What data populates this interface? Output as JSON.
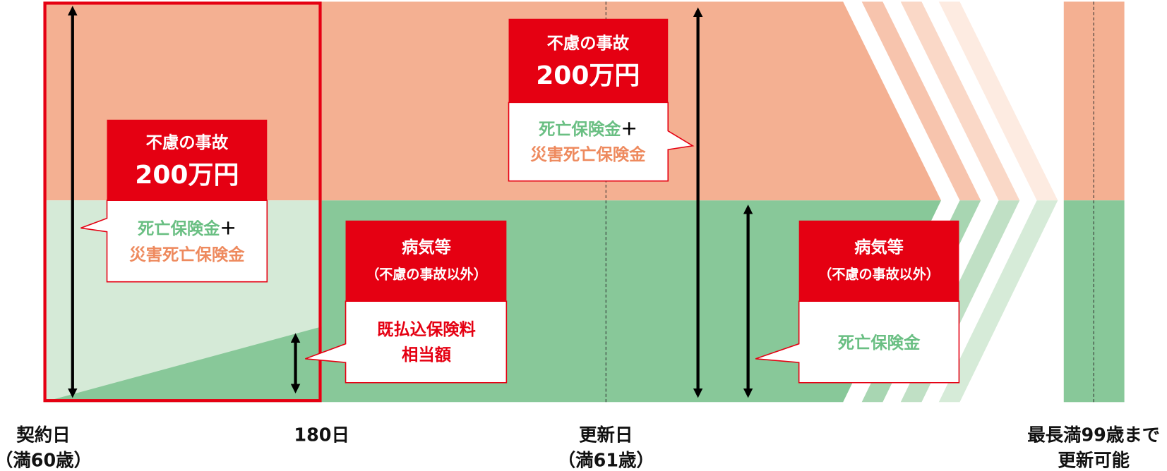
{
  "colors": {
    "accident_zone": "#f4b092",
    "illness_zone": "#88c899",
    "illness_zone_light": "#d5ead7",
    "callout_red": "#e50012",
    "green_text": "#6abf83",
    "orange_text": "#ee8a5e"
  },
  "callouts": [
    {
      "title": "不慮の事故",
      "amount": "200万円",
      "line1": "死亡保険金",
      "plus": "＋",
      "line2": "災害死亡保険金"
    },
    {
      "title": "不慮の事故",
      "amount": "200万円",
      "line1": "死亡保険金",
      "plus": "＋",
      "line2": "災害死亡保険金"
    },
    {
      "title": "病気等",
      "subtitle": "（不慮の事故以外）",
      "line1": "既払込保険料",
      "line2": "相当額"
    },
    {
      "title": "病気等",
      "subtitle": "（不慮の事故以外）",
      "line1": "死亡保険金"
    }
  ],
  "timeline": {
    "start": {
      "line1": "契約日",
      "line2": "（満60歳）"
    },
    "day180": {
      "line1": "180日"
    },
    "renewal": {
      "line1": "更新日",
      "line2": "（満61歳）"
    },
    "end": {
      "line1": "最長満99歳まで",
      "line2": "更新可能"
    }
  }
}
